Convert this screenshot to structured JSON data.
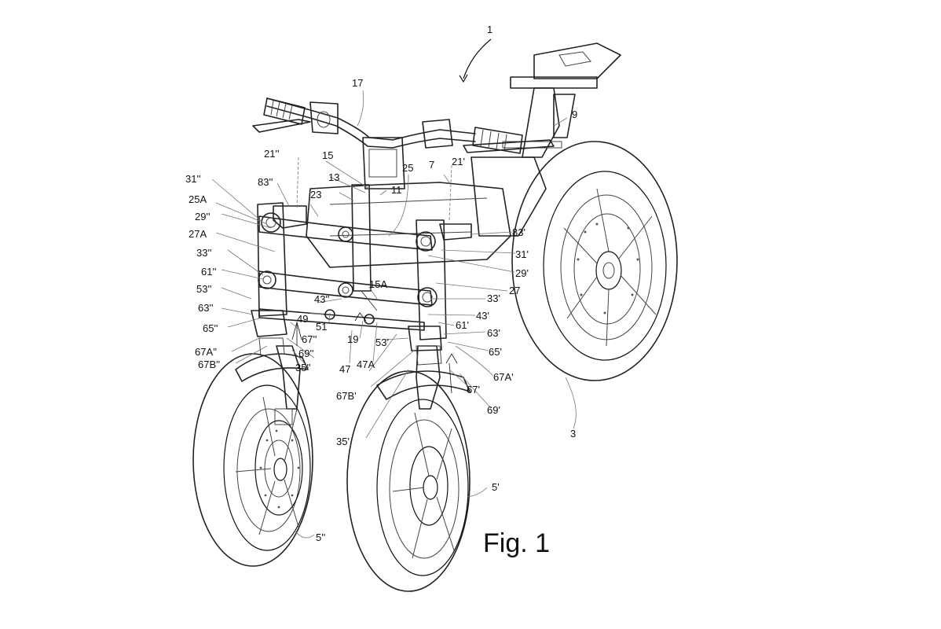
{
  "figure": {
    "caption": "Fig. 1",
    "labels": {
      "l1": "1",
      "l3": "3",
      "l5p": "5'",
      "l5pp": "5''",
      "l7": "7",
      "l9": "9",
      "l11": "11",
      "l13": "13",
      "l15": "15",
      "l15A": "15A",
      "l17": "17",
      "l19": "19",
      "l21p": "21'",
      "l21pp": "21''",
      "l23": "23",
      "l25": "25",
      "l25A": "25A",
      "l27": "27",
      "l27A": "27A",
      "l29p": "29'",
      "l29pp": "29''",
      "l31p": "31'",
      "l31pp": "31''",
      "l33p": "33'",
      "l33pp": "33''",
      "l35p": "35'",
      "l35pp": "35''",
      "l43p": "43'",
      "l43pp": "43''",
      "l47": "47",
      "l47A": "47A",
      "l49": "49",
      "l51": "51",
      "l53p": "53'",
      "l53pp": "53''",
      "l61p": "61'",
      "l61pp": "61''",
      "l63p": "63'",
      "l63pp": "63''",
      "l65p": "65'",
      "l65pp": "65''",
      "l67p": "67'",
      "l67pp": "67''",
      "l67Ap": "67A'",
      "l67App": "67A''",
      "l67Bp": "67B'",
      "l67Bpp": "67B''",
      "l69p": "69'",
      "l69pp": "69''",
      "l83p": "83'",
      "l83pp": "83''"
    }
  }
}
